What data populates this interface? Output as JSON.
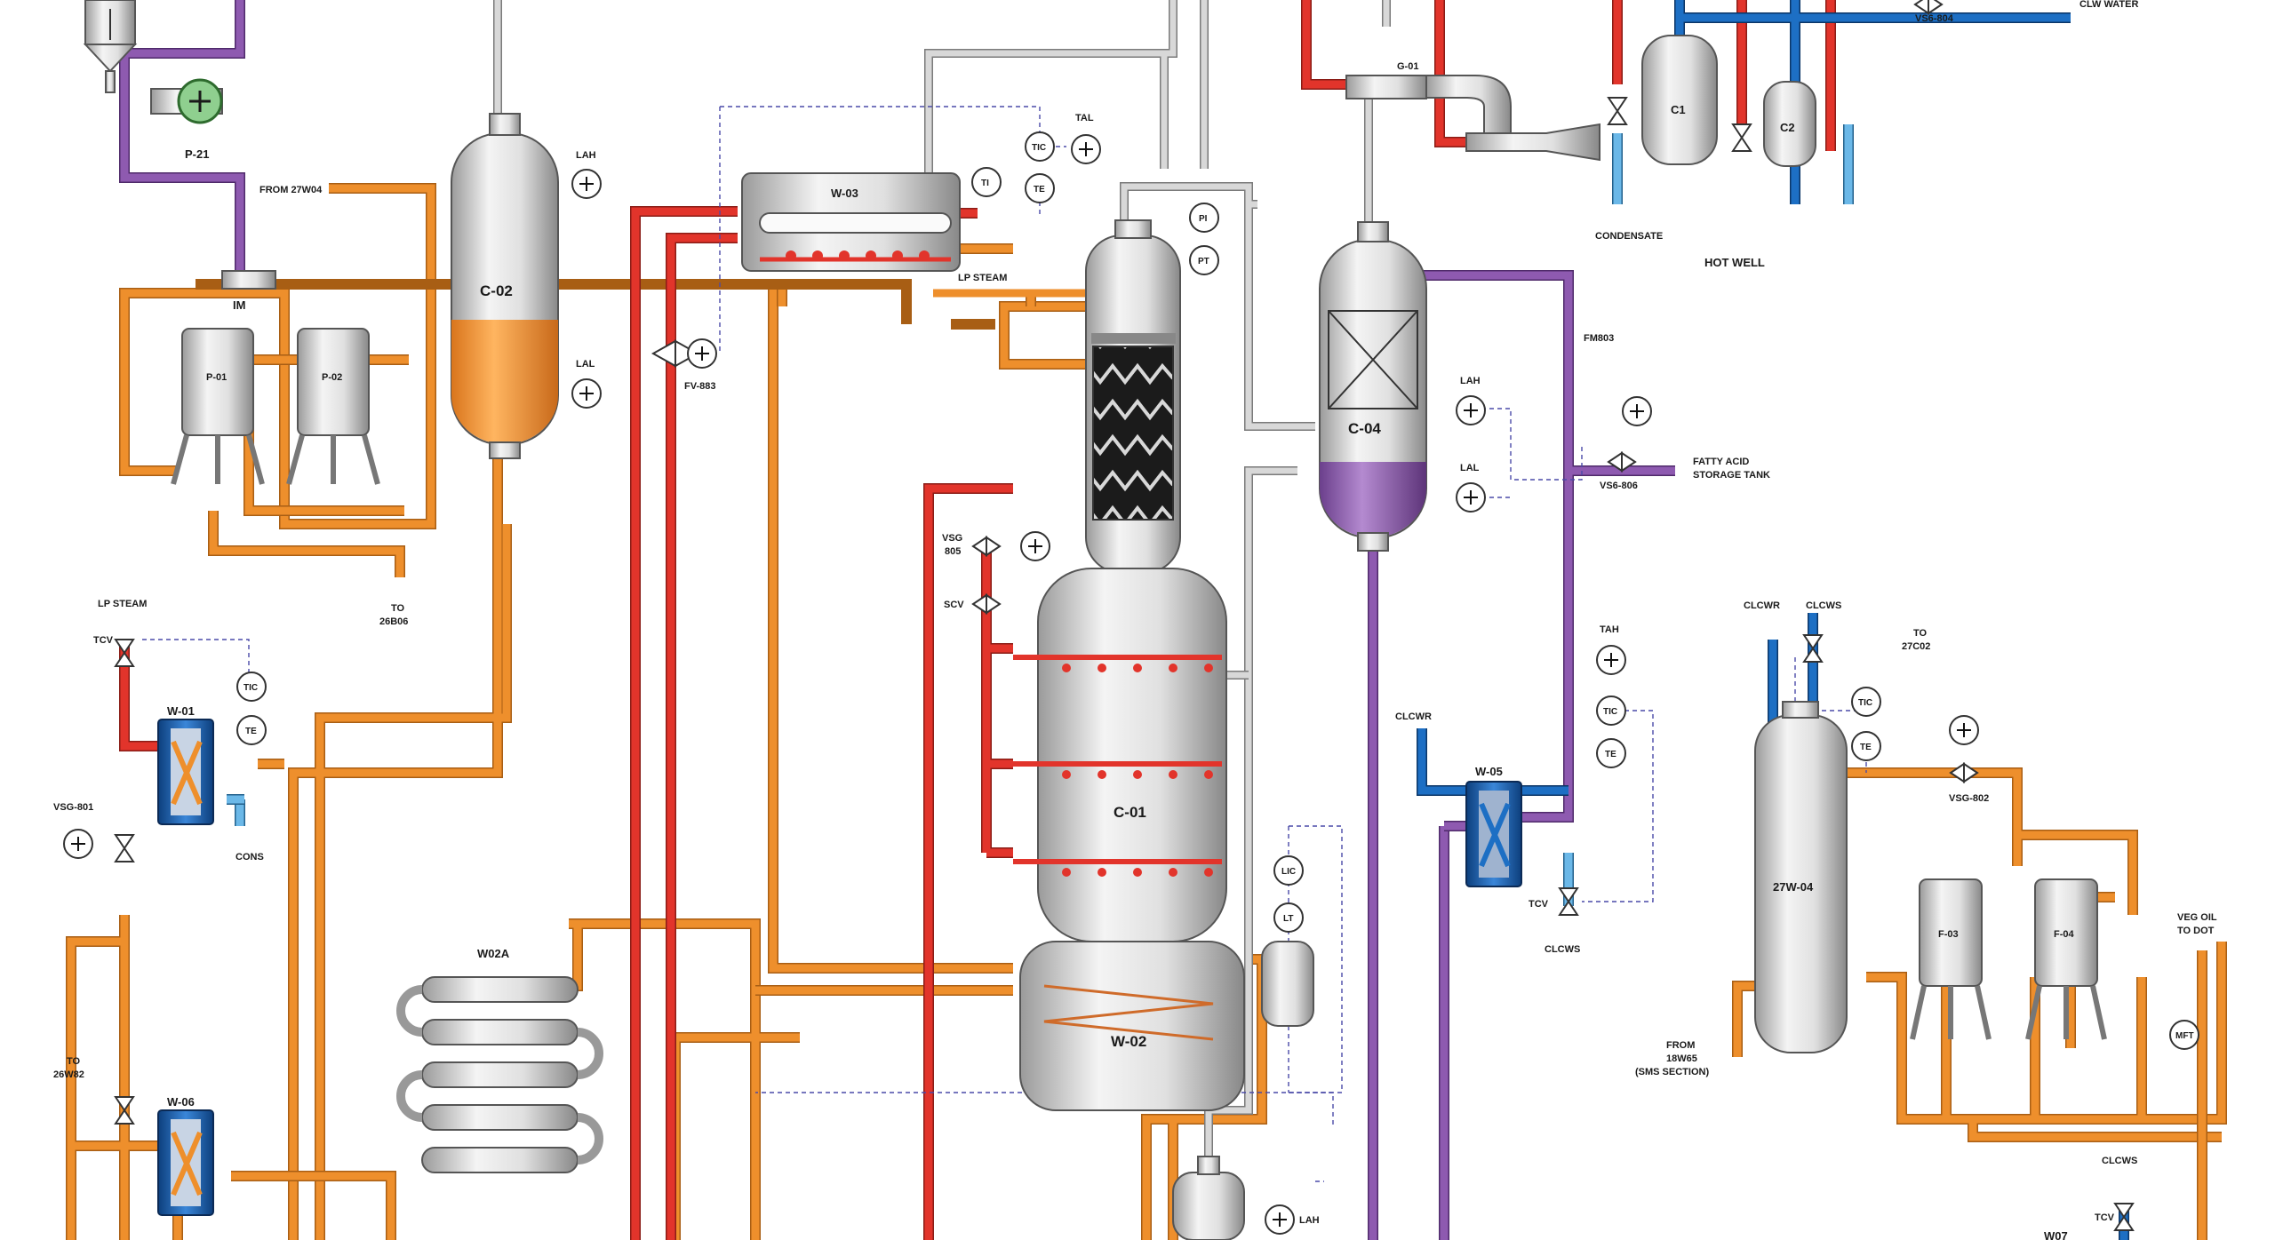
{
  "equipment": {
    "c02": "C-02",
    "c01": "C-01",
    "c04": "C-04",
    "w03": "W-03",
    "w02": "W-02",
    "w02a": "W02A",
    "w01": "W-01",
    "w06": "W-06",
    "w05": "W-05",
    "im": "IM",
    "p21": "P-21",
    "p01": "P-01",
    "p02": "P-02",
    "c1": "C1",
    "c2": "C2",
    "g01": "G-01",
    "f03": "F-03",
    "f04": "F-04",
    "w04": "27W-04",
    "w07": "W07"
  },
  "labels": {
    "from_27w04": "FROM 27W04",
    "to_26b06": [
      "TO",
      "26B06"
    ],
    "lp_steam_left": "LP STEAM",
    "lp_steam_w03": "LP STEAM",
    "cond": "CONS",
    "to_26w82": [
      "TO",
      "26W82"
    ],
    "condensate": "CONDENSATE",
    "hot_well": "HOT WELL",
    "clw_water": "CLW WATER",
    "fatty_acid": [
      "FATTY ACID",
      "STORAGE TANK"
    ],
    "clcwr_left": "CLCWR",
    "clcws_w05": "CLCWS",
    "clcwr_right": "CLCWR",
    "clcws_right": "CLCWS",
    "to_27c02": [
      "TO",
      "27C02"
    ],
    "from_18w65": [
      "FROM",
      "18W65",
      "(SMS SECTION)"
    ],
    "veg_oil": [
      "VEG OIL",
      "TO DOT"
    ],
    "clcws_bottom": "CLCWS"
  },
  "instruments": {
    "lah_c02": "LAH",
    "lal_c02": "LAL",
    "tal": "TAL",
    "tic_w03": "TIC",
    "te_w03": "TE",
    "ti_w03": "TI",
    "pi_c01": "PI",
    "pt_c01": "PT",
    "lah_c04": "LAH",
    "lal_c04": "LAL",
    "tic_w01": "TIC",
    "te_w01": "TE",
    "tah": "TAH",
    "tic_w05": "TIC",
    "te_w05": "TE",
    "lic": "LIC",
    "lt": "LT",
    "tic_w04": "TIC",
    "te_w04": "TE",
    "lah_bottom": "LAH",
    "mft": "MFT"
  },
  "valves": {
    "fv883": "FV-883",
    "vsg805": [
      "VSG",
      "805"
    ],
    "scv": "SCV",
    "tcv_w01": "TCV",
    "vsg801": "VSG-801",
    "tcv_w05": "TCV",
    "fm803": "FM803",
    "vs6806": "VS6-806",
    "vs6804": "VS6-804",
    "vsg802": "VSG-802",
    "tcv_bottom": "TCV"
  },
  "colors": {
    "process_oil": "#ee8f2c",
    "steam": "#e2342b",
    "fatty_acid": "#8e5ab0",
    "cooling_water": "#1d6fc4",
    "return_water": "#6bb8e8",
    "vapor": "#d8d8d8",
    "signal": "#4a4aa8"
  },
  "icons": {
    "vessel": "vertical-vessel-icon",
    "pump": "centrifugal-pump-icon",
    "valve": "gate-valve-icon",
    "exchanger": "plate-exchanger-icon",
    "instrument": "instrument-bubble-icon"
  }
}
